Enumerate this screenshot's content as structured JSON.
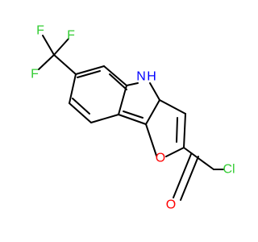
{
  "molecule": {
    "atoms": [
      {
        "id": "F1",
        "symbol": "F",
        "color": "#33cc33"
      },
      {
        "id": "F2",
        "symbol": "F",
        "color": "#33cc33"
      },
      {
        "id": "F3",
        "symbol": "F",
        "color": "#33cc33"
      },
      {
        "id": "NH",
        "symbol": "N",
        "color": "#0000ff"
      },
      {
        "id": "H",
        "symbol": "H",
        "color": "#0000ff"
      },
      {
        "id": "O_ring",
        "symbol": "O",
        "color": "#ff0000"
      },
      {
        "id": "O_carbonyl",
        "symbol": "O",
        "color": "#ff0000"
      },
      {
        "id": "Cl",
        "symbol": "Cl",
        "color": "#33cc33"
      }
    ]
  }
}
